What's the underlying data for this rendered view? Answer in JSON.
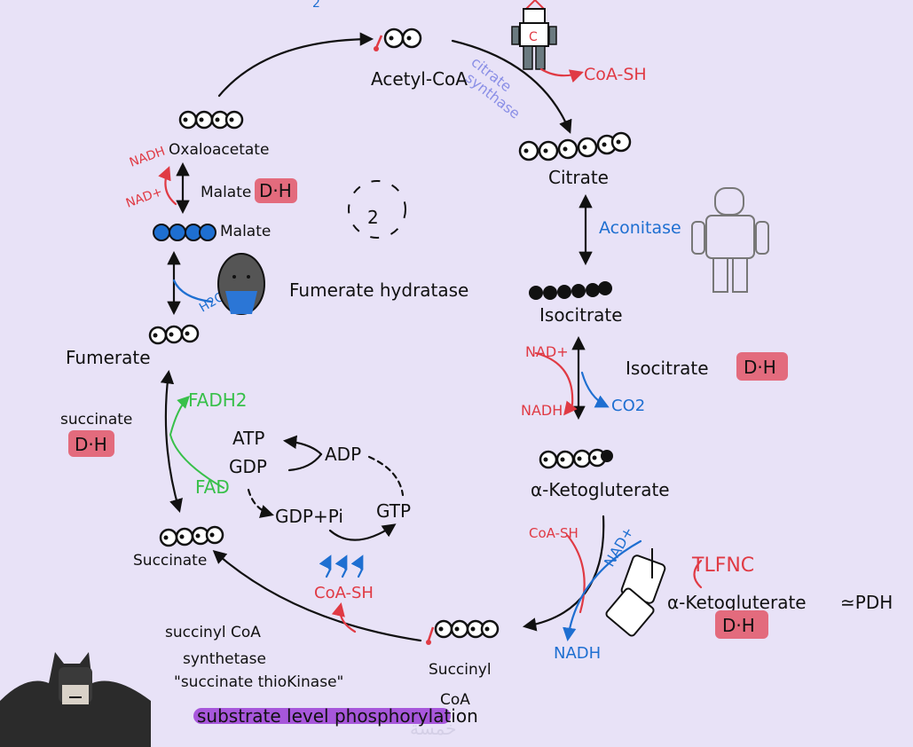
{
  "title_fragment": "2",
  "cycle_number": "2",
  "molecules": {
    "acetyl_coa": "Acetyl-CoA",
    "citrate": "Citrate",
    "isocitrate": "Isocitrate",
    "alpha_kg": "α-Ketogluterate",
    "succinyl_coa_1": "Succinyl",
    "succinyl_coa_2": "CoA",
    "succinate": "Succinate",
    "fumerate": "Fumerate",
    "malate": "Malate",
    "oxaloacetate": "Oxaloacetate"
  },
  "enzymes": {
    "citrate_synthase_1": "citrate",
    "citrate_synthase_2": "synthase",
    "aconitase": "Aconitase",
    "isocitrate_dh": "Isocitrate",
    "akg_dh": "α-Ketogluterate",
    "akg_note": "≃PDH",
    "tlfnc": "TLFNC",
    "succinyl_coa_synthetase_1": "succinyl CoA",
    "succinyl_coa_synthetase_2": "synthetase",
    "succinyl_coa_synthetase_3": "\"succinate thioKinase\"",
    "substrate_level": "substrate level phosphorylation",
    "succinate_dh": "succinate",
    "fumerate_hydratase": "Fumerate hydratase",
    "malate_dh": "Malate",
    "dh": "D·H"
  },
  "cofactors": {
    "coash_top": "CoA-SH",
    "nad_plus": "NAD+",
    "nadh": "NADH",
    "co2": "CO2",
    "coash_akg": "CoA-SH",
    "nad_akg": "NAD+",
    "nadh_akg": "NADH",
    "coash_scs": "CoA-SH",
    "atp": "ATP",
    "adp": "ADP",
    "gdp": "GDP",
    "gdp_pi": "GDP+Pi",
    "gtp": "GTP",
    "fadh2": "FADH2",
    "fad": "FAD",
    "h2o": "H2O",
    "nadh_mal": "NADH",
    "nad_mal": "NAD+"
  },
  "watermark": "خمسة"
}
